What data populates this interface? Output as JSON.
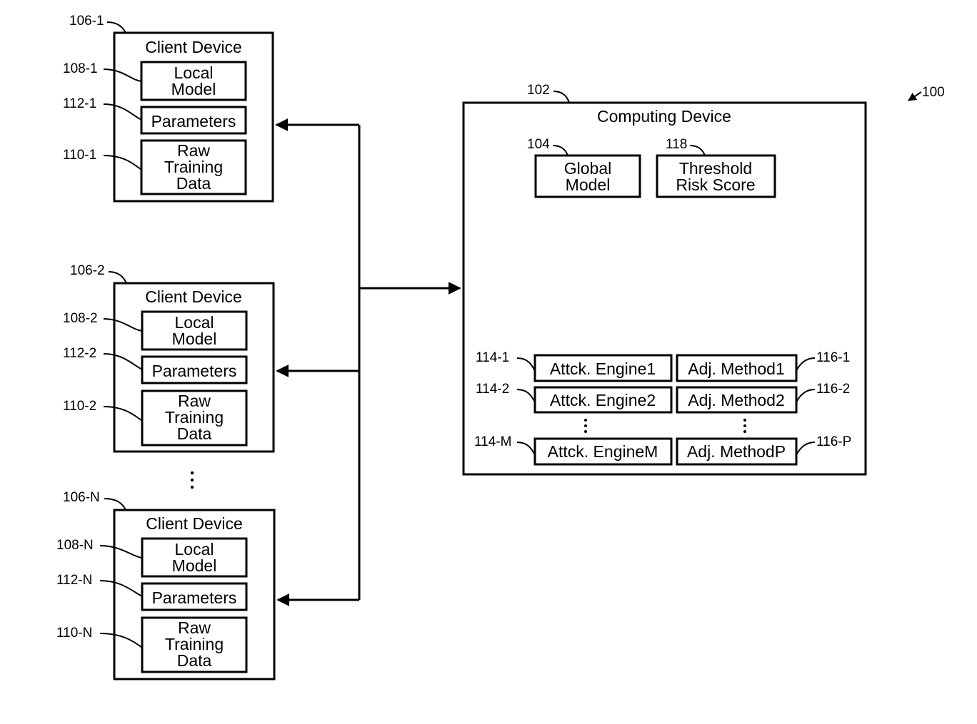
{
  "figure_ref": "100",
  "computing_device": {
    "ref": "102",
    "title": "Computing Device",
    "global_model": {
      "ref": "104",
      "line1": "Global",
      "line2": "Model"
    },
    "threshold_risk_score": {
      "ref": "118",
      "line1": "Threshold",
      "line2": "Risk Score"
    },
    "attack_engines": [
      {
        "ref": "114-1",
        "label": "Attck. Engine1"
      },
      {
        "ref": "114-2",
        "label": "Attck. Engine2"
      },
      {
        "ref": "114-M",
        "label": "Attck. EngineM"
      }
    ],
    "adjustment_methods": [
      {
        "ref": "116-1",
        "label": "Adj. Method1"
      },
      {
        "ref": "116-2",
        "label": "Adj. Method2"
      },
      {
        "ref": "116-P",
        "label": "Adj. MethodP"
      }
    ]
  },
  "client_devices": [
    {
      "ref": "106-1",
      "title": "Client Device",
      "local_model": {
        "ref": "108-1",
        "line1": "Local",
        "line2": "Model"
      },
      "parameters": {
        "ref": "112-1",
        "label": "Parameters"
      },
      "raw_training_data": {
        "ref": "110-1",
        "line1": "Raw",
        "line2": "Training",
        "line3": "Data"
      }
    },
    {
      "ref": "106-2",
      "title": "Client Device",
      "local_model": {
        "ref": "108-2",
        "line1": "Local",
        "line2": "Model"
      },
      "parameters": {
        "ref": "112-2",
        "label": "Parameters"
      },
      "raw_training_data": {
        "ref": "110-2",
        "line1": "Raw",
        "line2": "Training",
        "line3": "Data"
      }
    },
    {
      "ref": "106-N",
      "title": "Client Device",
      "local_model": {
        "ref": "108-N",
        "line1": "Local",
        "line2": "Model"
      },
      "parameters": {
        "ref": "112-N",
        "label": "Parameters"
      },
      "raw_training_data": {
        "ref": "110-N",
        "line1": "Raw",
        "line2": "Training",
        "line3": "Data"
      }
    }
  ]
}
